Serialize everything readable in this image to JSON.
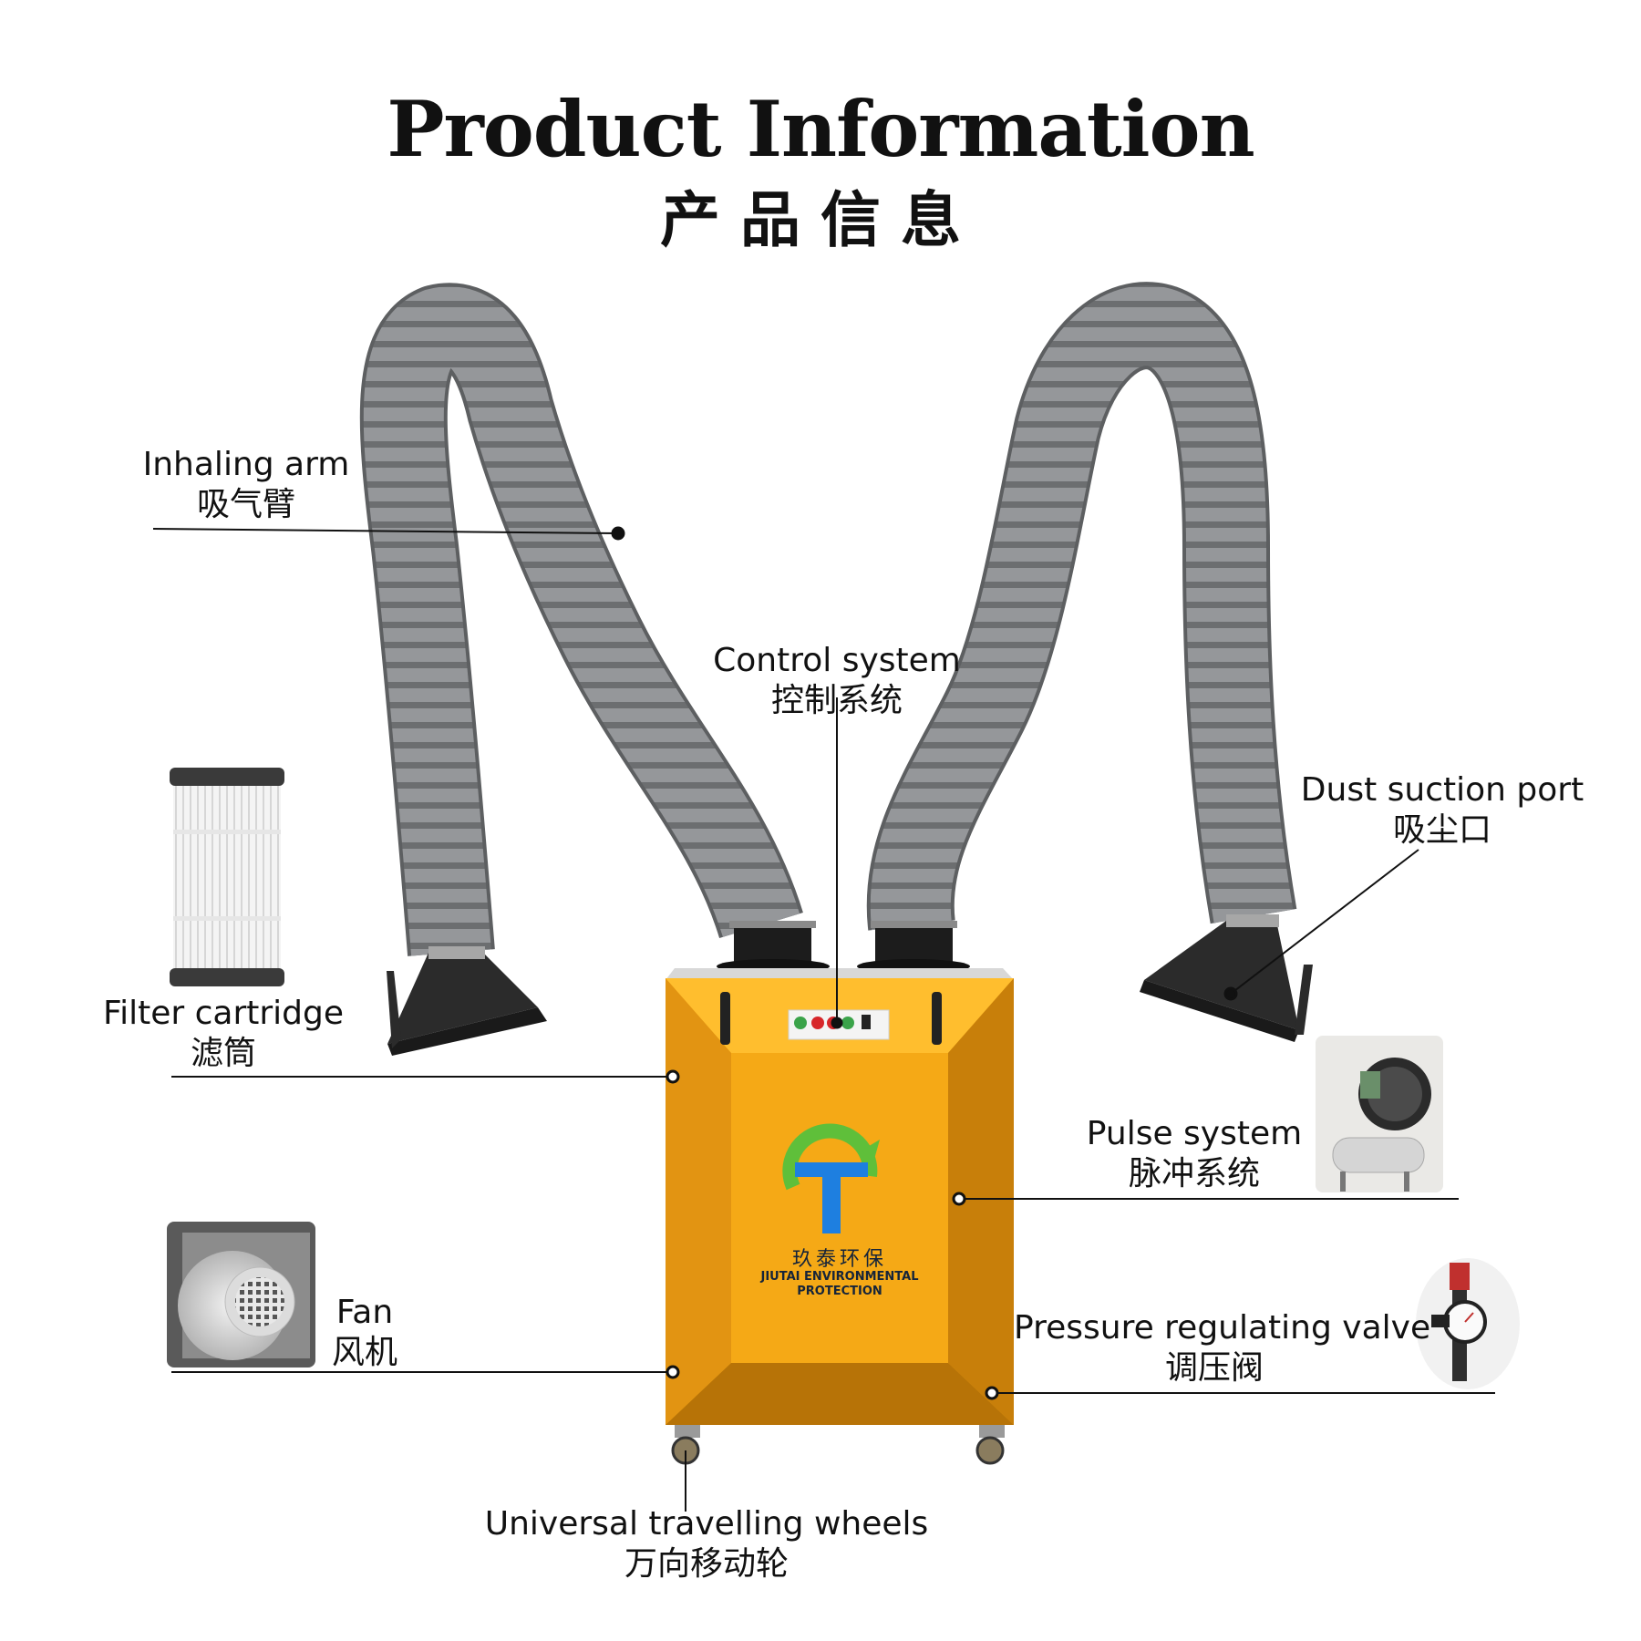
{
  "header": {
    "title": "Product Information",
    "subtitle": "产品信息"
  },
  "brand": {
    "name_zh": "玖泰环保",
    "name_en_line1": "JIUTAI ENVIRONMENTAL",
    "name_en_line2": "PROTECTION"
  },
  "colors": {
    "cabinet": "#f2a617",
    "hose": "#8d8f91",
    "hood": "#2b2b2b",
    "logo_blue": "#1e7fe0",
    "logo_green": "#5fbf3a"
  },
  "labels": {
    "inhaling_arm": {
      "en": "Inhaling arm",
      "zh": "吸气臂"
    },
    "control_system": {
      "en": "Control system",
      "zh": "控制系统"
    },
    "dust_suction_port": {
      "en": "Dust suction port",
      "zh": "吸尘口"
    },
    "filter_cartridge": {
      "en": "Filter cartridge",
      "zh": "滤筒"
    },
    "pulse_system": {
      "en": "Pulse system",
      "zh": "脉冲系统"
    },
    "fan": {
      "en": "Fan",
      "zh": "风机"
    },
    "pressure_valve": {
      "en": "Pressure regulating valve",
      "zh": "调压阀"
    },
    "wheels": {
      "en": "Universal travelling wheels",
      "zh": "万向移动轮"
    }
  }
}
